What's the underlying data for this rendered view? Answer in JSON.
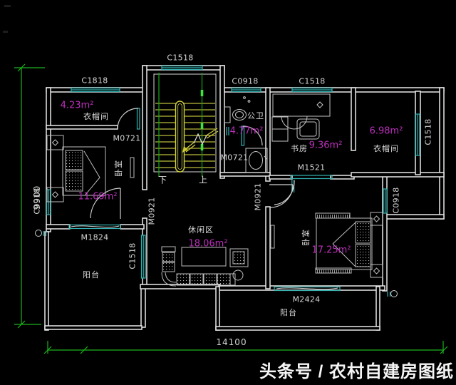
{
  "banner": {
    "text": "头条号 / 农村自建房图纸"
  },
  "dimensions": {
    "horizontal": "14100",
    "vertical": "9900"
  },
  "stairs": {
    "down_label": "下",
    "up_label": "上"
  },
  "rooms": {
    "cloakroom_left": {
      "name": "衣帽间",
      "area": "4.23m²"
    },
    "bedroom_left": {
      "name": "卧室",
      "area": "11.69m²"
    },
    "bathroom": {
      "name": "公卫",
      "area": "4.77m²"
    },
    "study": {
      "name": "书房",
      "area": "9.36m²"
    },
    "cloakroom_right": {
      "name": "衣帽间",
      "area": "6.98m²"
    },
    "leisure": {
      "name": "休闲区",
      "area": "18.06m²"
    },
    "bedroom_right": {
      "name": "卧室",
      "area": "17.25m²"
    },
    "balcony_left": {
      "name": "阳台"
    },
    "balcony_right": {
      "name": "阳台"
    }
  },
  "openings": {
    "window_c1818": "C1818",
    "window_c1518_stair": "C1518",
    "window_c0918_top": "C0918",
    "window_c1518_study": "C1518",
    "window_c1518_right": "C1518",
    "window_c0918_right": "C0918",
    "window_c0918_left": "C0918",
    "window_c1518_leisure": "C1518",
    "door_m0721_left": "M0721",
    "door_m0721_bath": "M0721",
    "door_m0921_left": "M0921",
    "door_m0921_right": "M0921",
    "door_m1521": "M1521",
    "door_m1824": "M1824",
    "door_m2424": "M2424"
  },
  "colors": {
    "background": "#000000",
    "wall": "#e9e9e9",
    "window": "#2fa8a8",
    "area_text": "#bb2fbb",
    "label_text": "#d5d5d5",
    "dimension_line": "#1db21d",
    "stair": "#b9b93a"
  }
}
